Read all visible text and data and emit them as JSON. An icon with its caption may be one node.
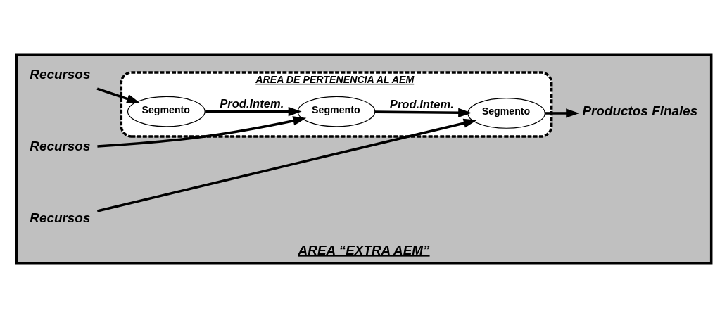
{
  "diagram": {
    "nodes": [
      {
        "text": [
          "AREA “EXTRA AEM”"
        ]
      },
      {
        "text": [
          "AREA DE PERTENENCIA AL AEM"
        ],
        "in": 0
      },
      {
        "text": [
          "Recursos"
        ],
        "in": 0
      },
      {
        "text": [
          "Segmento"
        ],
        "in": 1
      },
      {
        "text": [
          "Recursos"
        ],
        "in": 0
      },
      {
        "text": [
          "Segmento"
        ],
        "in": 1
      },
      {
        "text": [
          "Recursos"
        ],
        "in": 0
      },
      {
        "text": [
          "Segmento"
        ],
        "in": 1
      },
      {
        "text": [
          "Productos Finales"
        ],
        "in": 0
      }
    ],
    "edges": [
      {
        "from": 2,
        "to": 3,
        "arrow": "to"
      },
      {
        "from": 3,
        "to": 5,
        "arrow": "to",
        "label": "Prod.Intem."
      },
      {
        "from": 4,
        "to": 5,
        "arrow": "to"
      },
      {
        "from": 5,
        "to": 7,
        "arrow": "to",
        "label": "Prod.Intem."
      },
      {
        "from": 6,
        "to": 7,
        "arrow": "to"
      },
      {
        "from": 7,
        "to": 8,
        "arrow": "to"
      }
    ]
  }
}
